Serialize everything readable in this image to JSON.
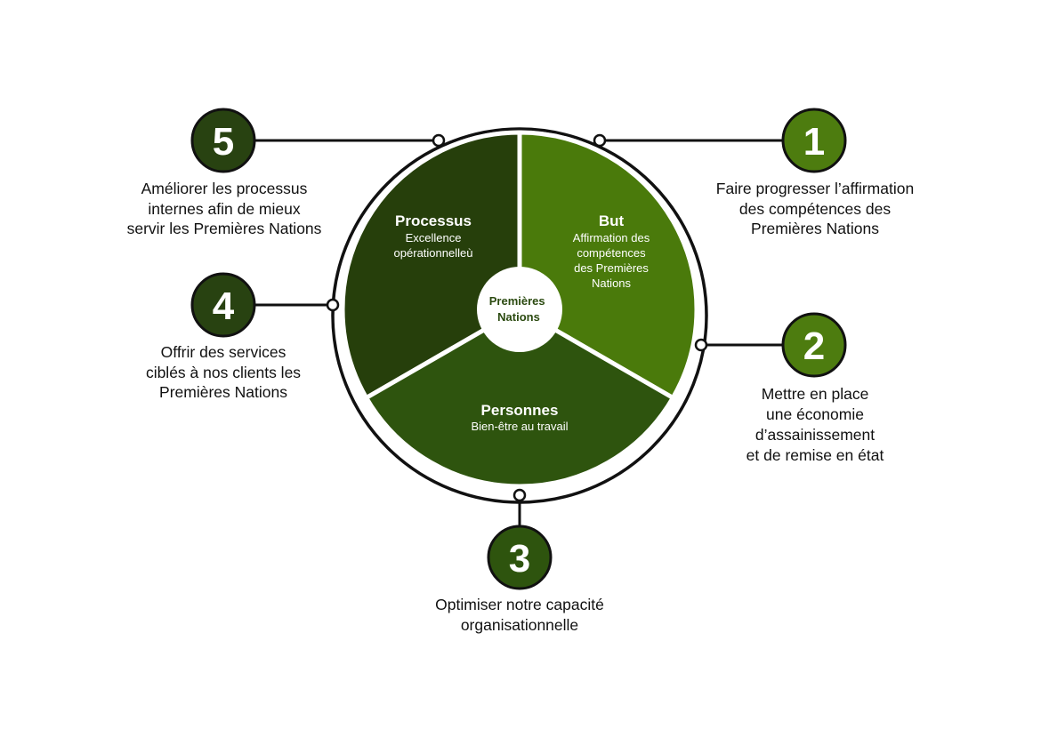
{
  "center": {
    "lines": [
      "Premières",
      "Nations"
    ]
  },
  "segments": {
    "processus": {
      "title": "Processus",
      "subtitle": [
        "Excellence",
        "opérationnelleù"
      ]
    },
    "but": {
      "title": "But",
      "subtitle": [
        "Affirmation des",
        "compétences",
        "des Premières",
        "Nations"
      ]
    },
    "personnes": {
      "title": "Personnes",
      "subtitle": [
        "Bien-être au travail"
      ]
    }
  },
  "goals": [
    {
      "number": "1",
      "lines": [
        "Faire progresser l’affirmation",
        "des compétences des",
        "Premières Nations"
      ]
    },
    {
      "number": "2",
      "lines": [
        "Mettre en place",
        "une économie",
        "d’assainissement",
        "et de remise en état"
      ]
    },
    {
      "number": "3",
      "lines": [
        "Optimiser notre capacité",
        "organisationnelle"
      ]
    },
    {
      "number": "4",
      "lines": [
        "Offrir des services",
        "ciblés à nos clients les",
        "Premières Nations"
      ]
    },
    {
      "number": "5",
      "lines": [
        "Améliorer les processus",
        "internes afin de mieux",
        "servir les Premières Nations"
      ]
    }
  ],
  "colors": {
    "dark_green": "#263f0b",
    "mid_green": "#2e540e",
    "bright_green": "#4a7a0b",
    "badge_dark": "#284211",
    "badge_bright": "#4d7c0f",
    "outline": "#111111"
  }
}
